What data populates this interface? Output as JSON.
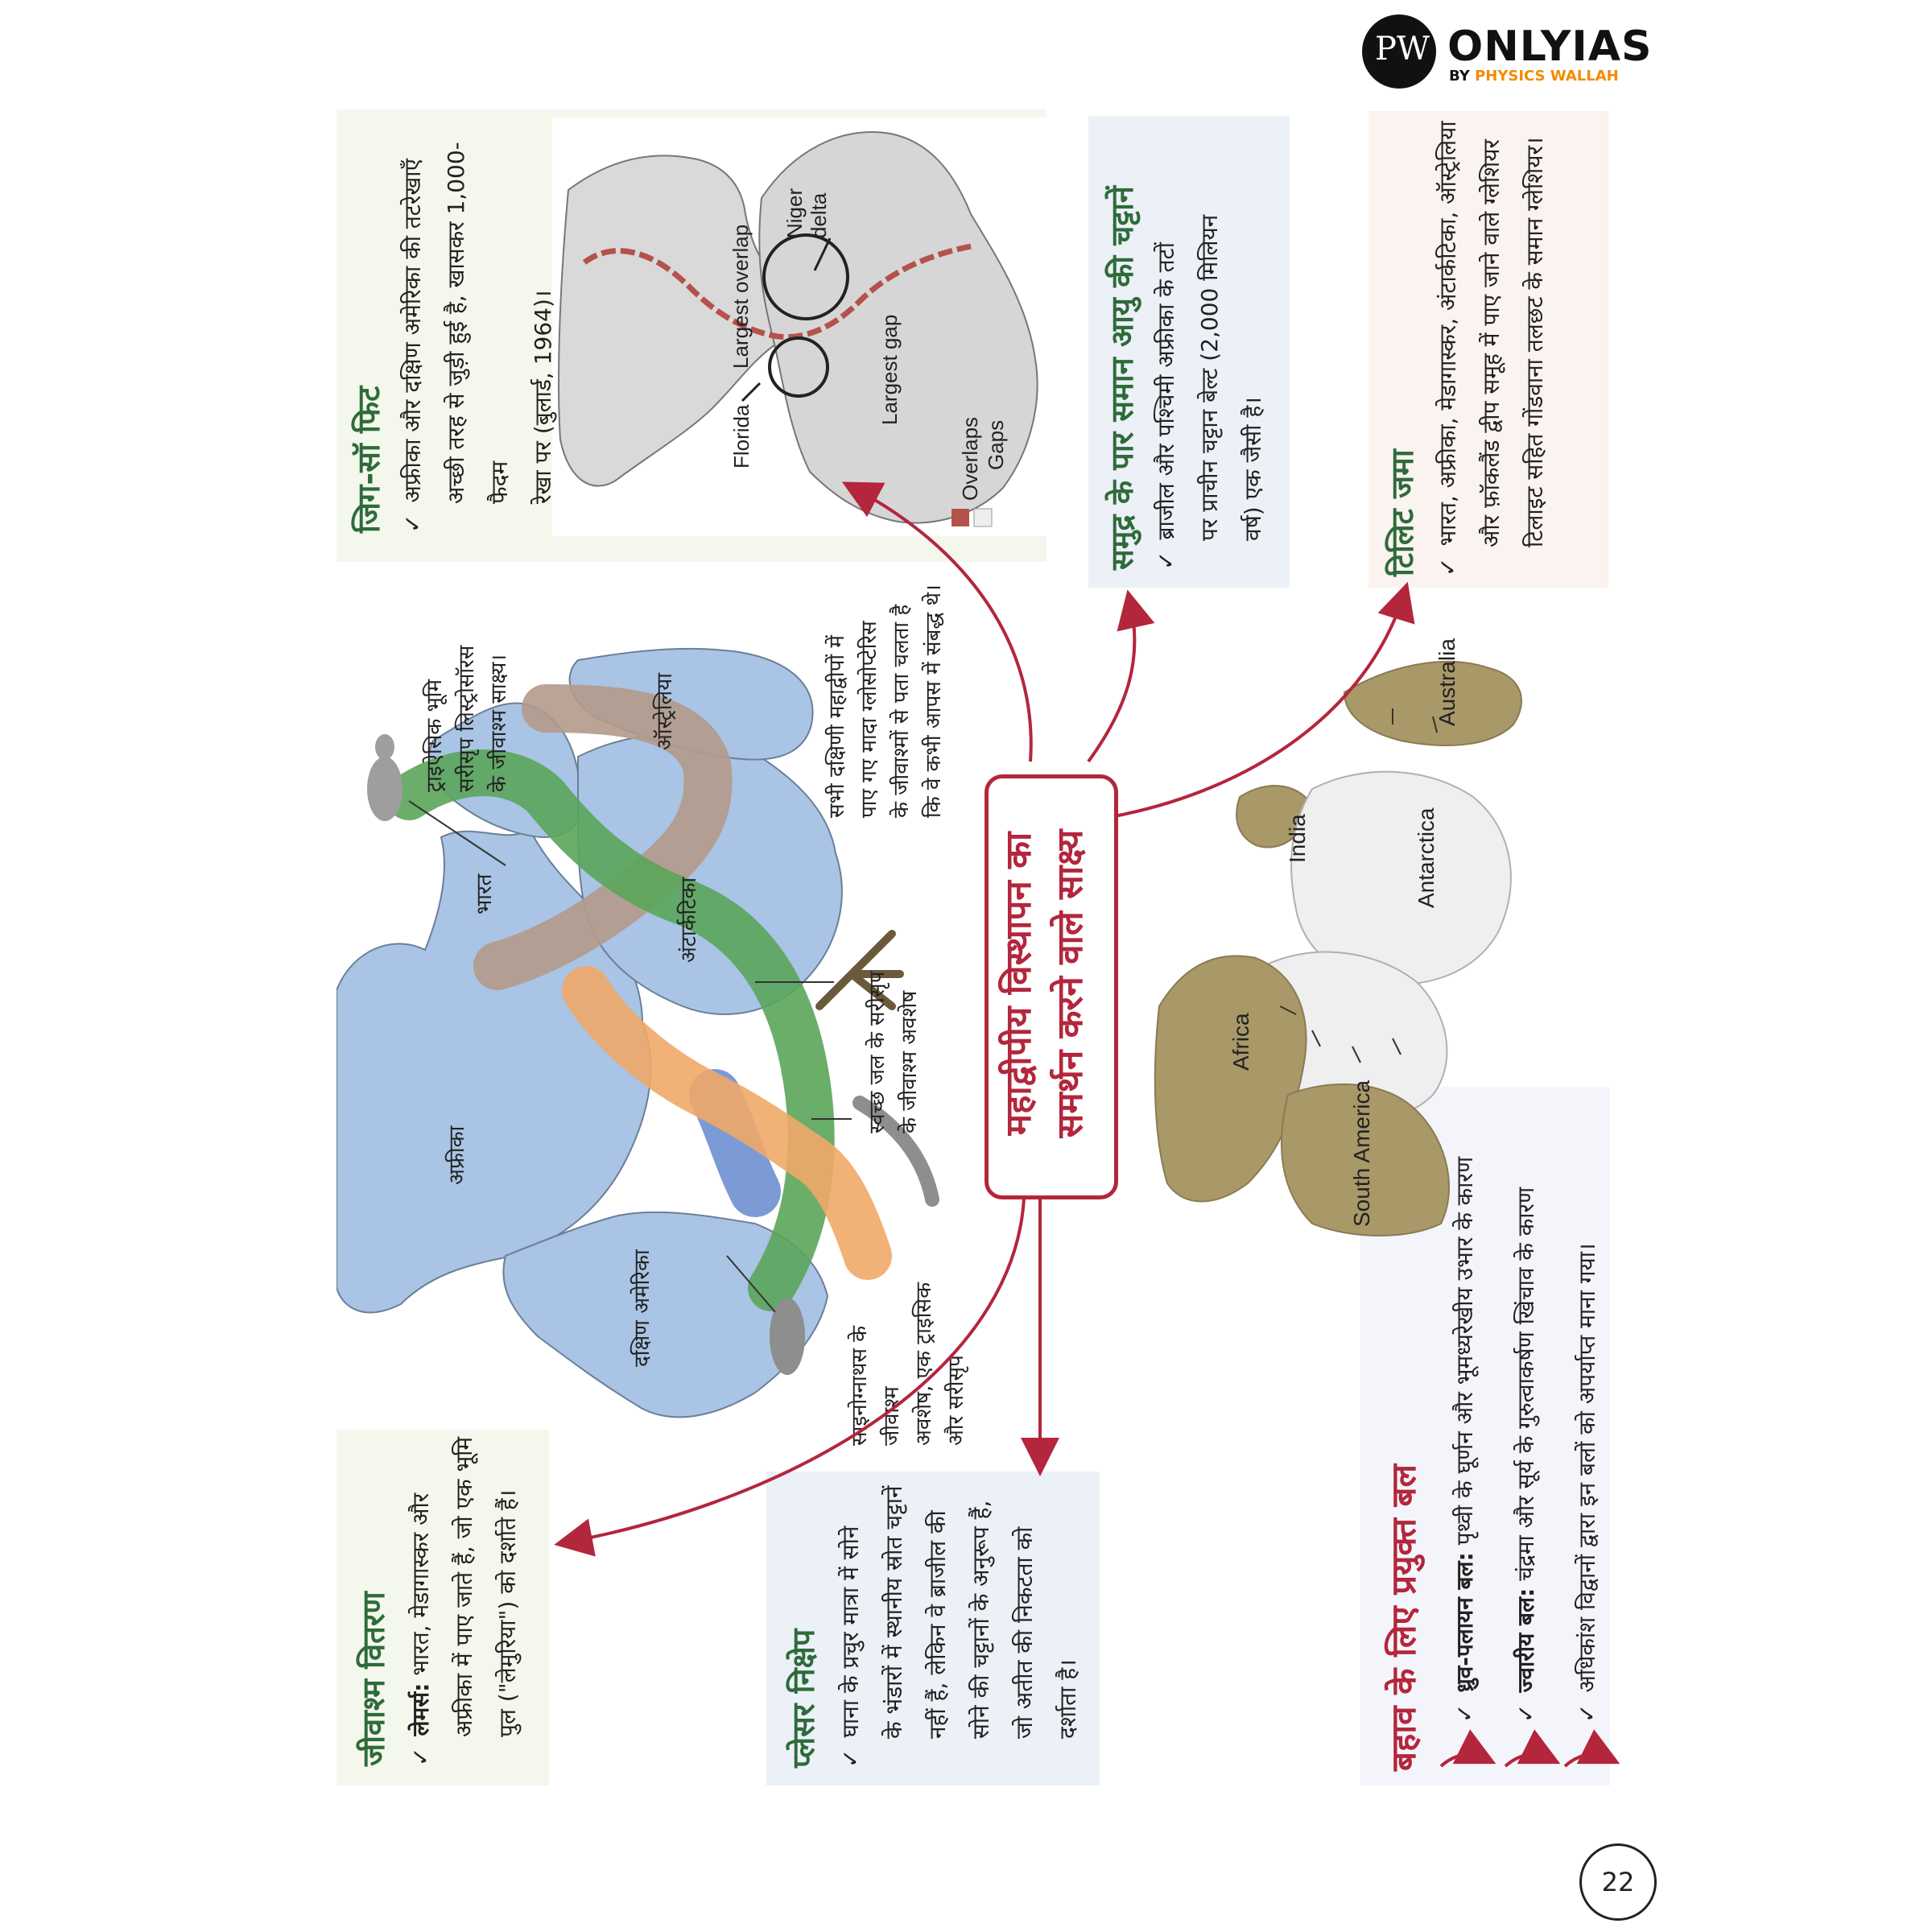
{
  "logo": {
    "mark": "PW",
    "brand": "ONLYIAS",
    "sub_prefix": "BY",
    "sub_brand": "PHYSICS WALLAH"
  },
  "page_number": "22",
  "center": {
    "line1": "महाद्वीपीय विस्थापन का",
    "line2": "समर्थन करने वाले साक्ष्य"
  },
  "jigsaw": {
    "title": "जिग-सॉ फिट",
    "line1": "अफ्रीका और दक्षिण अमेरिका की तटरेखाएँ",
    "line2": "अच्छी तरह से जुड़ी हुई है, खासकर 1,000-फैदम",
    "line3": "रेखा पर (बुलार्ड, 1964)।"
  },
  "fit_map": {
    "largest_overlap": "Largest overlap",
    "niger_delta": "Niger delta",
    "largest_gap": "Largest gap",
    "florida": "Florida",
    "legend_overlaps": "Overlaps",
    "legend_gaps": "Gaps"
  },
  "rocks": {
    "title": "समुद्र के पार समान आयु की चट्टानें",
    "line1": "ब्राजील और पश्चिमी अफ्रीका के तटों",
    "line2": "पर प्राचीन चट्टान बेल्ट (2,000 मिलियन",
    "line3": "वर्ष) एक जैसी है।"
  },
  "tillite": {
    "title": "टिलिट जमा",
    "line1": "भारत, अफ्रीका, मेडागास्कर, अंटार्कटिका, ऑस्ट्रेलिया",
    "line2": "और फ़ॉकलैंड द्वीप समूह में पाए जाने वाले ग्लेशियर",
    "line3": "टिलाइट सहित गोंडवाना तलछट के समान ग्लेशियर।"
  },
  "fossil_map": {
    "africa": "अफ्रीका",
    "south_america": "दक्षिण अमेरिका",
    "india": "भारत",
    "antarctica": "अंटार्कटिका",
    "australia": "ऑस्ट्रेलिया",
    "note_land_reptile": [
      "ट्राइऐसिक भूमि",
      "सरीसृप लिस्ट्रोसॉरस",
      "के जीवाश्म साक्ष्य।"
    ],
    "note_glossopteris": [
      "सभी दक्षिणी महाद्वीपों में",
      "पाए गए मादा ग्लोसोप्टेरिस",
      "के जीवाश्मों से पता चलता है",
      "कि वे कभी आपस में संबद्ध थे।"
    ],
    "note_freshwater": [
      "स्वच्छ जल के सरीसृप",
      "के जीवाश्म अवशेष"
    ],
    "note_cynognathus": [
      "साइनोग्नाथस के जीवाश्म",
      "अवशेष, एक ट्राइसिक",
      "और सरीसृप"
    ]
  },
  "glacier_map": {
    "australia": "Australia",
    "india": "India",
    "antarctica": "Antarctica",
    "africa": "Africa",
    "south_america": "South America"
  },
  "fossil_distribution": {
    "title": "जीवाश्म वितरण",
    "bold": "लेमर्स:",
    "line1": "भारत, मेडागास्कर और",
    "line2": "अफ्रीका में पाए जाते हैं, जो एक भूमि",
    "line3": "पुल (\"लेमुरिया\") को दर्शाते हैं।"
  },
  "placer": {
    "title": "प्लेसर निक्षेप",
    "line1": "घाना के प्रचुर मात्रा में सोने",
    "line2": "के भंडारों में स्थानीय स्रोत चट्टानें",
    "line3": "नहीं हैं, लेकिन वे ब्राजील की",
    "line4": "सोने की चट्टानों के अनुरूप हैं,",
    "line5": "जो अतीत की निकटता को",
    "line6": "दर्शाता है।"
  },
  "forces": {
    "title": "बहाव के लिए प्रयुक्त बल",
    "item1_bold": "ध्रुव-पलायन बल:",
    "item1_text": "पृथ्वी के घूर्णन और भूमध्यरेखीय उभार के कारण",
    "item2_bold": "ज्वारीय बल:",
    "item2_text": "चंद्रमा और सूर्य के गुरुत्वाकर्षण खिंचाव के कारण",
    "item3_text": "अधिकांश विद्वानों द्वारा इन बलों को अपर्याप्त माना गया।"
  },
  "colors": {
    "accent_red": "#b3263c",
    "heading_green": "#2e6b3a",
    "map_blue": "#a9c4e4",
    "glacier_tan": "#a99868"
  }
}
